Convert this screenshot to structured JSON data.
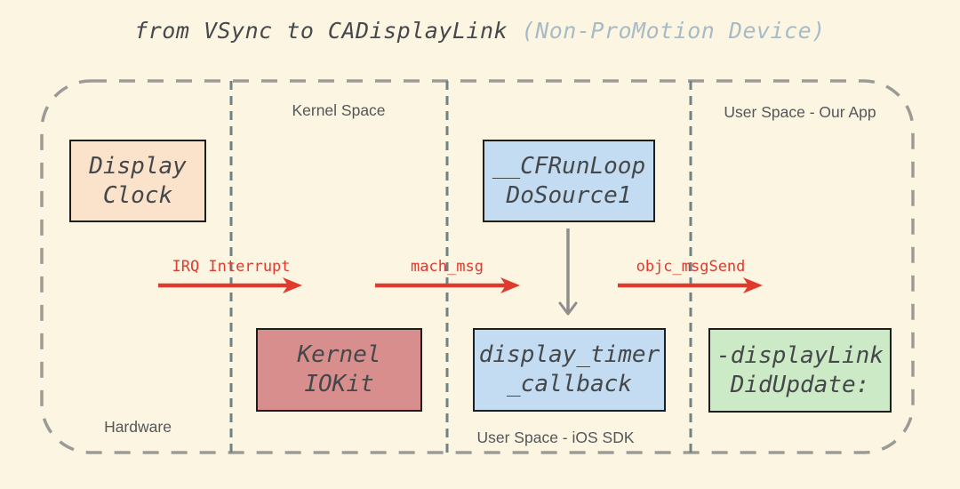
{
  "title": {
    "main": "from VSync to CADisplayLink",
    "suffix": " (Non-ProMotion Device)"
  },
  "regions": {
    "kernel_space": "Kernel Space",
    "user_space_app": "User Space - Our App",
    "hardware": "Hardware",
    "user_space_sdk": "User Space - iOS SDK"
  },
  "nodes": {
    "display_clock": {
      "line1": "Display",
      "line2": "Clock",
      "fill": "#FAE2CB"
    },
    "cfrunloop_dosource1": {
      "line1": "__CFRunLoop",
      "line2": "DoSource1",
      "fill": "#C3DCF1"
    },
    "kernel_iokit": {
      "line1": "Kernel",
      "line2": "IOKit",
      "fill": "#D98E8E"
    },
    "display_timer_callback": {
      "line1": "display_timer",
      "line2": "_callback",
      "fill": "#C3DCF1"
    },
    "displaylink_didupdate": {
      "line1": "-displayLink",
      "line2": "DidUpdate:",
      "fill": "#CDEAC6"
    }
  },
  "arrows": {
    "irq_interrupt": "IRQ Interrupt",
    "mach_msg": "mach_msg",
    "objc_msgsend": "objc_msgSend"
  },
  "colors": {
    "background": "#FCF5E2",
    "arrow_red": "#E03A2E",
    "arrow_gray": "#8E8E8E",
    "boundary_dash_gray": "#9B9B96",
    "divider_dash_gray": "#6F8284",
    "node_border": "#1E1E1E",
    "text_dark": "#46494C",
    "title_muted": "#A7BBC6",
    "region_label": "#53575A"
  }
}
